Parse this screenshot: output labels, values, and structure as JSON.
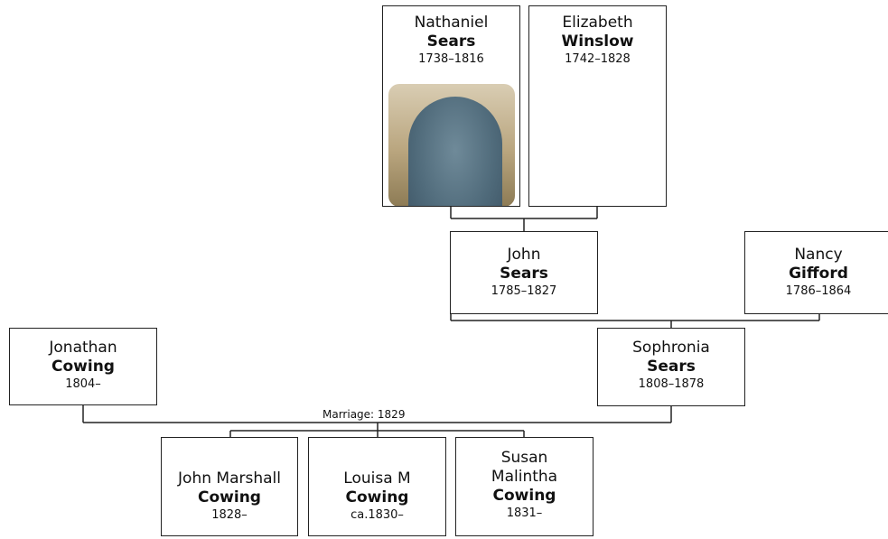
{
  "people": {
    "nathaniel": {
      "given": "Nathaniel",
      "surname": "Sears",
      "dates": "1738–1816"
    },
    "elizabeth": {
      "given": "Elizabeth",
      "surname": "Winslow",
      "dates": "1742–1828"
    },
    "john_sears": {
      "given": "John",
      "surname": "Sears",
      "dates": "1785–1827"
    },
    "nancy": {
      "given": "Nancy",
      "surname": "Gifford",
      "dates": "1786–1864"
    },
    "jonathan": {
      "given": "Jonathan",
      "surname": "Cowing",
      "dates": "1804–"
    },
    "sophronia": {
      "given": "Sophronia",
      "surname": "Sears",
      "dates": "1808–1878"
    },
    "john_marshall": {
      "given": "John Marshall",
      "surname": "Cowing",
      "dates": "1828–"
    },
    "louisa": {
      "given": "Louisa M",
      "surname": "Cowing",
      "dates": "ca.1830–"
    },
    "susan": {
      "given": "Susan Malintha",
      "surname": "Cowing",
      "dates": "1831–"
    }
  },
  "marriage_label": "Marriage: 1829",
  "photo": {
    "subject": "gravestone-photo"
  }
}
